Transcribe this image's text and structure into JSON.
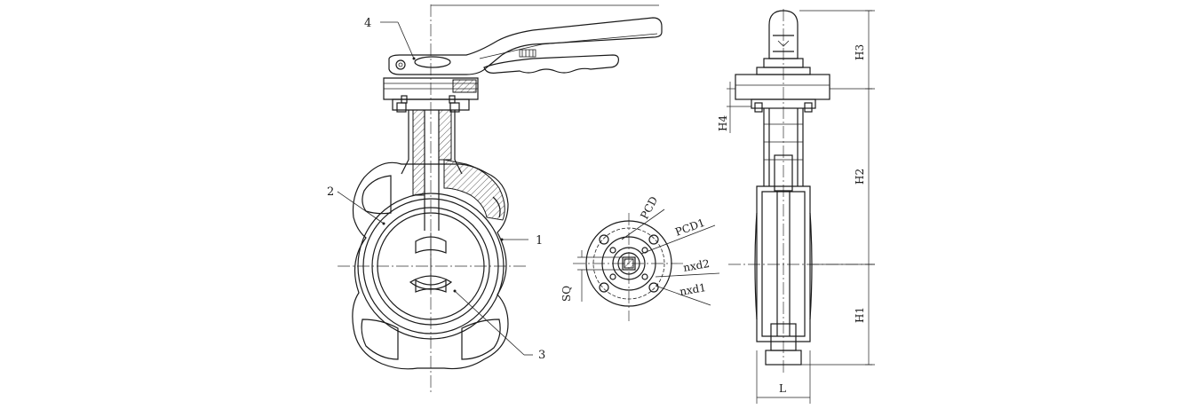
{
  "labels": {
    "part_1": "1",
    "part_2": "2",
    "part_3": "3",
    "part_4": "4",
    "pcd": "PCD",
    "pcd1": "PCD1",
    "nxd2": "nxd2",
    "nxd1": "nxd1",
    "sq": "SQ",
    "h1": "H1",
    "h2": "H2",
    "h3": "H3",
    "h4": "H4",
    "l": "L"
  },
  "colors": {
    "line": "#1a1a1a",
    "background": "#ffffff"
  }
}
